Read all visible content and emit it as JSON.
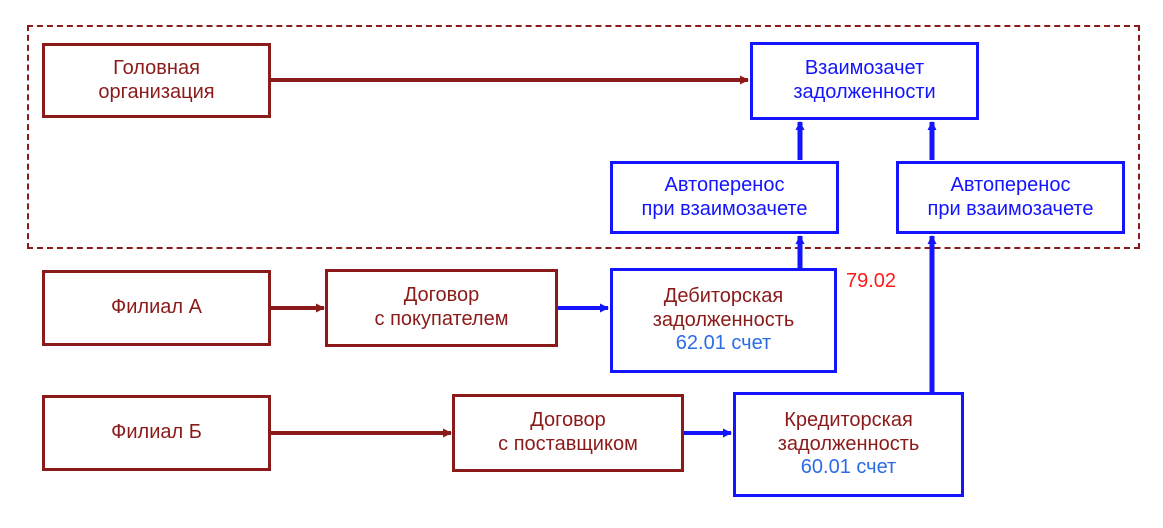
{
  "diagram": {
    "title_text": "",
    "colors": {
      "dark_red": "#8B1A1A",
      "blue": "#1414FF",
      "account_blue": "#2B6BE8",
      "label_red": "#FF1A1A",
      "background": "#FFFFFF"
    },
    "region": {
      "name": "head-organization-scope",
      "style": "dashed",
      "border_color": "#8B1A1A"
    },
    "nodes": {
      "head_org": {
        "line1": "Головная",
        "line2": "организация"
      },
      "mutual_offset": {
        "line1": "Взаимозачет",
        "line2": "задолженности"
      },
      "autotransfer_left": {
        "line1": "Автоперенос",
        "line2": "при взаимозачете"
      },
      "autotransfer_right": {
        "line1": "Автоперенос",
        "line2": "при взаимозачете"
      },
      "branch_a": {
        "line1": "Филиал А"
      },
      "branch_b": {
        "line1": "Филиал Б"
      },
      "contract_buyer": {
        "line1": "Договор",
        "line2": "с покупателем"
      },
      "contract_supplier": {
        "line1": "Договор",
        "line2": "с поставщиком"
      },
      "receivable": {
        "line1": "Дебиторская",
        "line2": "задолженность",
        "line3": "62.01 счет"
      },
      "payable": {
        "line1": "Кредиторская",
        "line2": "задолженность",
        "line3": "60.01 счет"
      }
    },
    "labels": {
      "offset_account": "79.02"
    }
  }
}
